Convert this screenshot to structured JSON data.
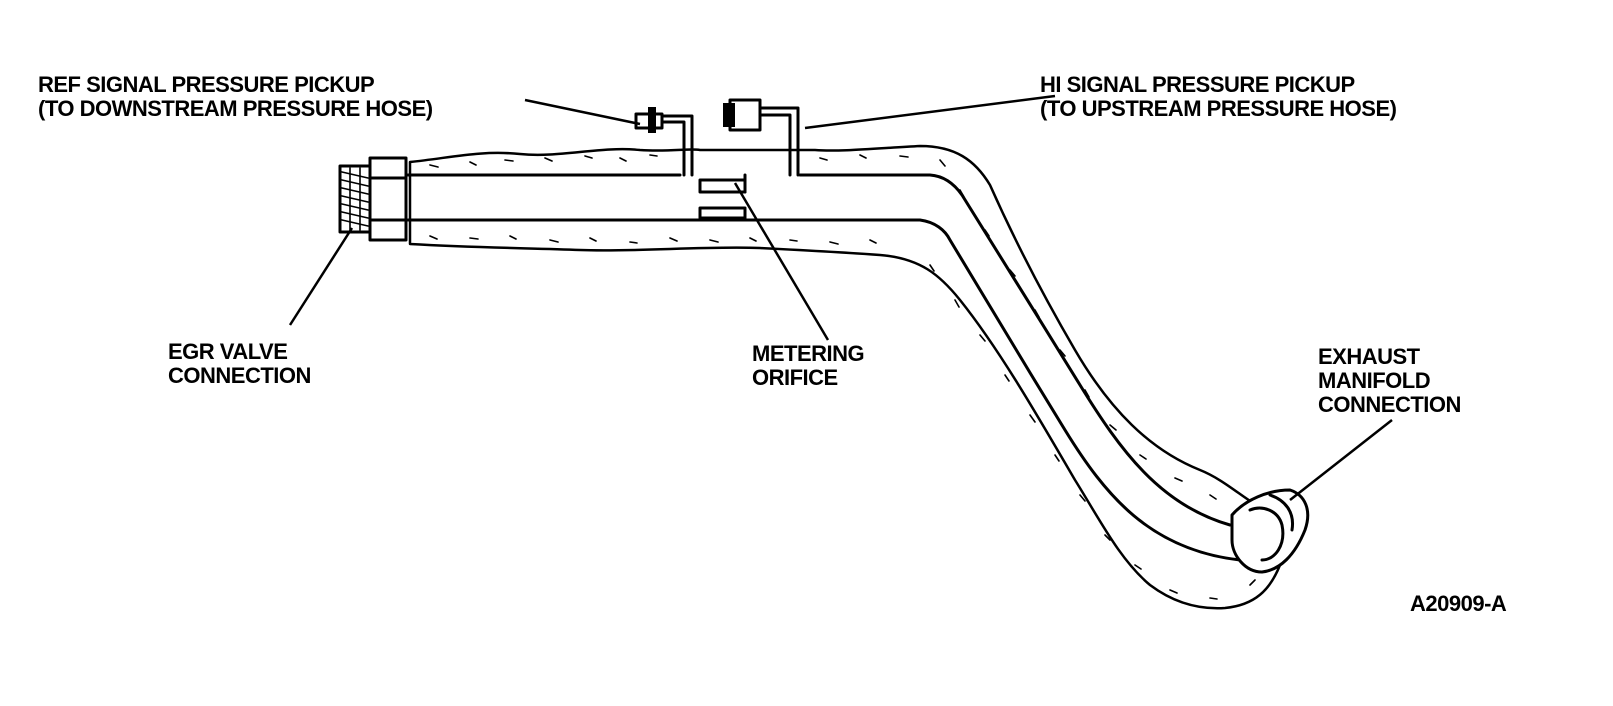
{
  "labels": {
    "ref_pickup": {
      "line1": "REF SIGNAL PRESSURE PICKUP",
      "line2": "(TO DOWNSTREAM PRESSURE HOSE)"
    },
    "hi_pickup": {
      "line1": "HI SIGNAL PRESSURE PICKUP",
      "line2": "(TO UPSTREAM PRESSURE HOSE)"
    },
    "egr_valve": {
      "line1": "EGR VALVE",
      "line2": "CONNECTION"
    },
    "metering_orifice": {
      "line1": "METERING",
      "line2": "ORIFICE"
    },
    "exhaust_manifold": {
      "line1": "EXHAUST",
      "line2": "MANIFOLD",
      "line3": "CONNECTION"
    },
    "figure_id": "A20909-A"
  },
  "colors": {
    "ink": "#000000",
    "paper": "#ffffff"
  }
}
